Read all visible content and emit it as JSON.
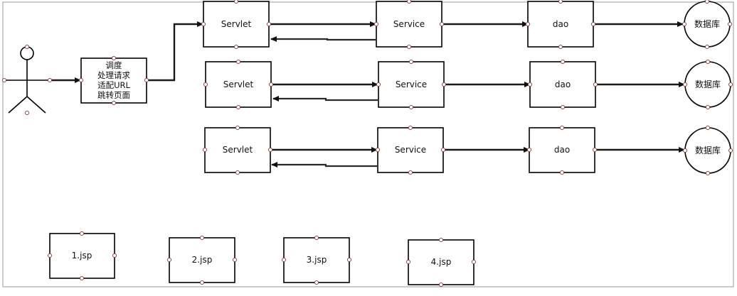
{
  "dispatcher": {
    "lines": [
      "调度",
      "处理请求",
      "适配URL",
      "跳转页面"
    ]
  },
  "rows": [
    {
      "servlet": "Servlet",
      "service": "Service",
      "dao": "dao",
      "db": "数据库"
    },
    {
      "servlet": "Servlet",
      "service": "Service",
      "dao": "dao",
      "db": "数据库"
    },
    {
      "servlet": "Servlet",
      "service": "Service",
      "dao": "dao",
      "db": "数据库"
    }
  ],
  "pages": [
    "1.jsp",
    "2.jsp",
    "3.jsp",
    "4.jsp"
  ]
}
